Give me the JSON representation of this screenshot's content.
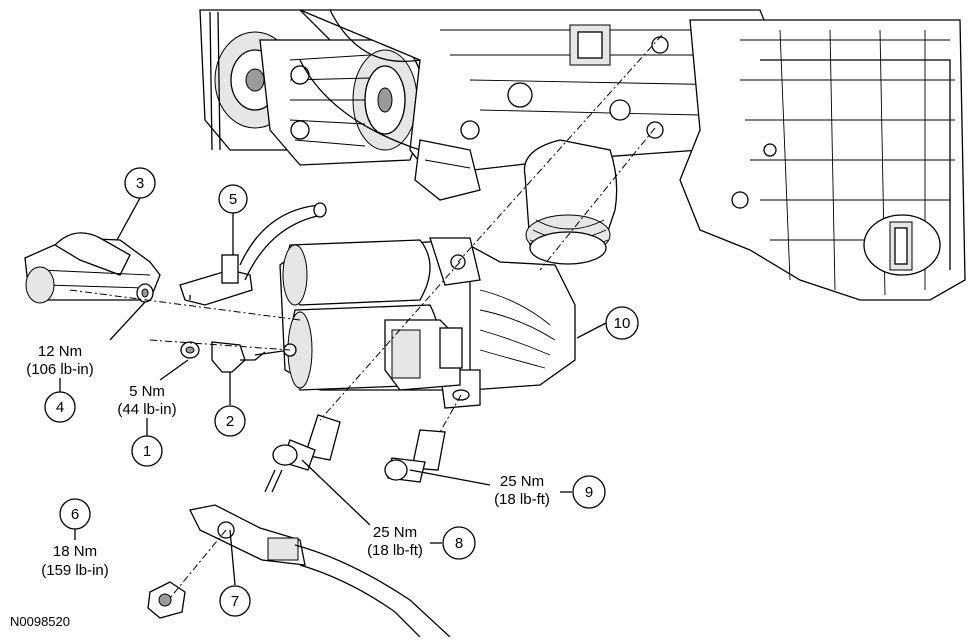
{
  "figure_id": "N0098520",
  "callouts": [
    {
      "num": "1",
      "torque_nm": "5 Nm",
      "torque_alt": "(44 lb-in)"
    },
    {
      "num": "2"
    },
    {
      "num": "3"
    },
    {
      "num": "4",
      "torque_nm": "12 Nm",
      "torque_alt": "(106 lb-in)"
    },
    {
      "num": "5"
    },
    {
      "num": "6",
      "torque_nm": "18 Nm",
      "torque_alt": "(159 lb-in)"
    },
    {
      "num": "7"
    },
    {
      "num": "8",
      "torque_nm": "25 Nm",
      "torque_alt": "(18 lb-ft)"
    },
    {
      "num": "9",
      "torque_nm": "25 Nm",
      "torque_alt": "(18 lb-ft)"
    },
    {
      "num": "10"
    }
  ]
}
